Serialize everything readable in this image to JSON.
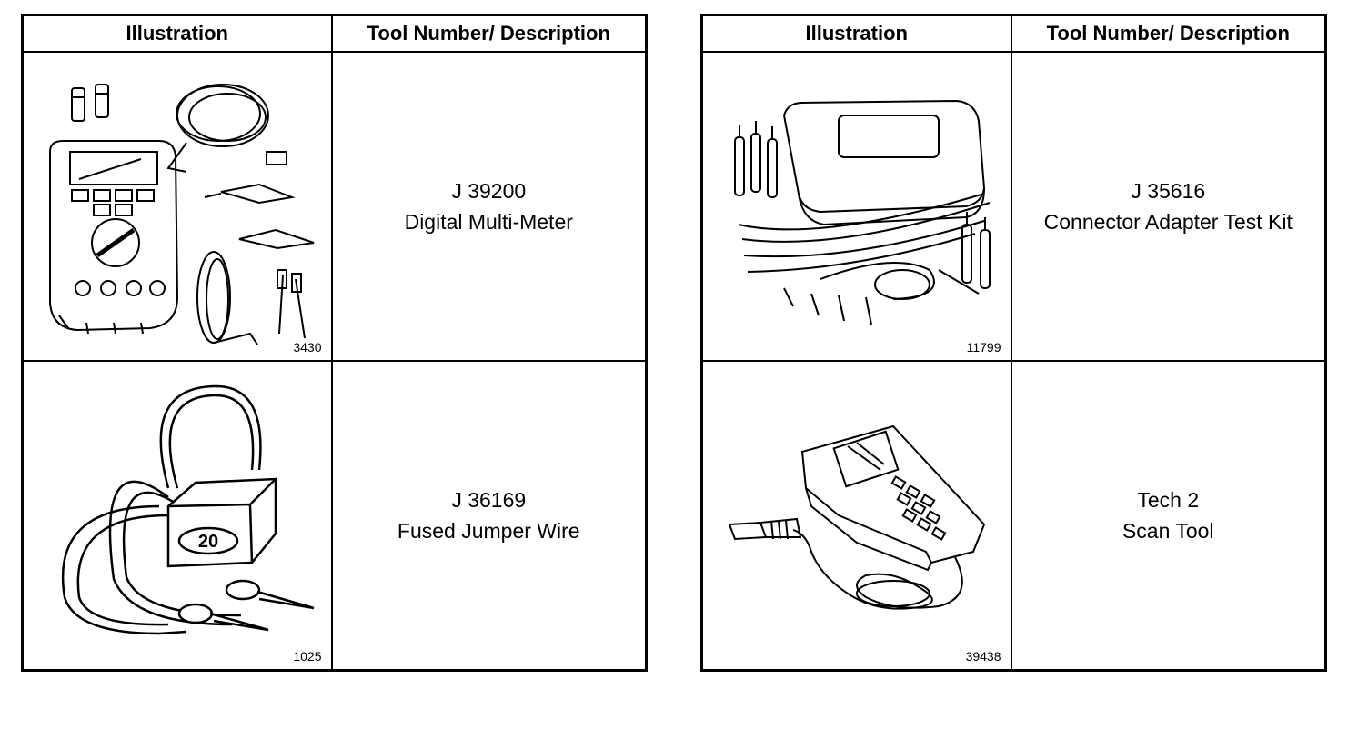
{
  "tables": [
    {
      "header_illustration": "Illustration",
      "header_description": "Tool Number/ Description",
      "rows": [
        {
          "figure": "3430",
          "tool_number": "J 39200",
          "description": "Digital Multi-Meter",
          "icon": "multimeter-icon"
        },
        {
          "figure": "1025",
          "tool_number": "J 36169",
          "description": "Fused Jumper Wire",
          "icon": "jumper-wire-icon",
          "fuse_label": "20"
        }
      ]
    },
    {
      "header_illustration": "Illustration",
      "header_description": "Tool Number/ Description",
      "rows": [
        {
          "figure": "11799",
          "tool_number": "J 35616",
          "description": "Connector Adapter Test Kit",
          "icon": "connector-kit-icon"
        },
        {
          "figure": "39438",
          "tool_number": "Tech 2",
          "description": "Scan Tool",
          "icon": "scan-tool-icon"
        }
      ]
    }
  ]
}
